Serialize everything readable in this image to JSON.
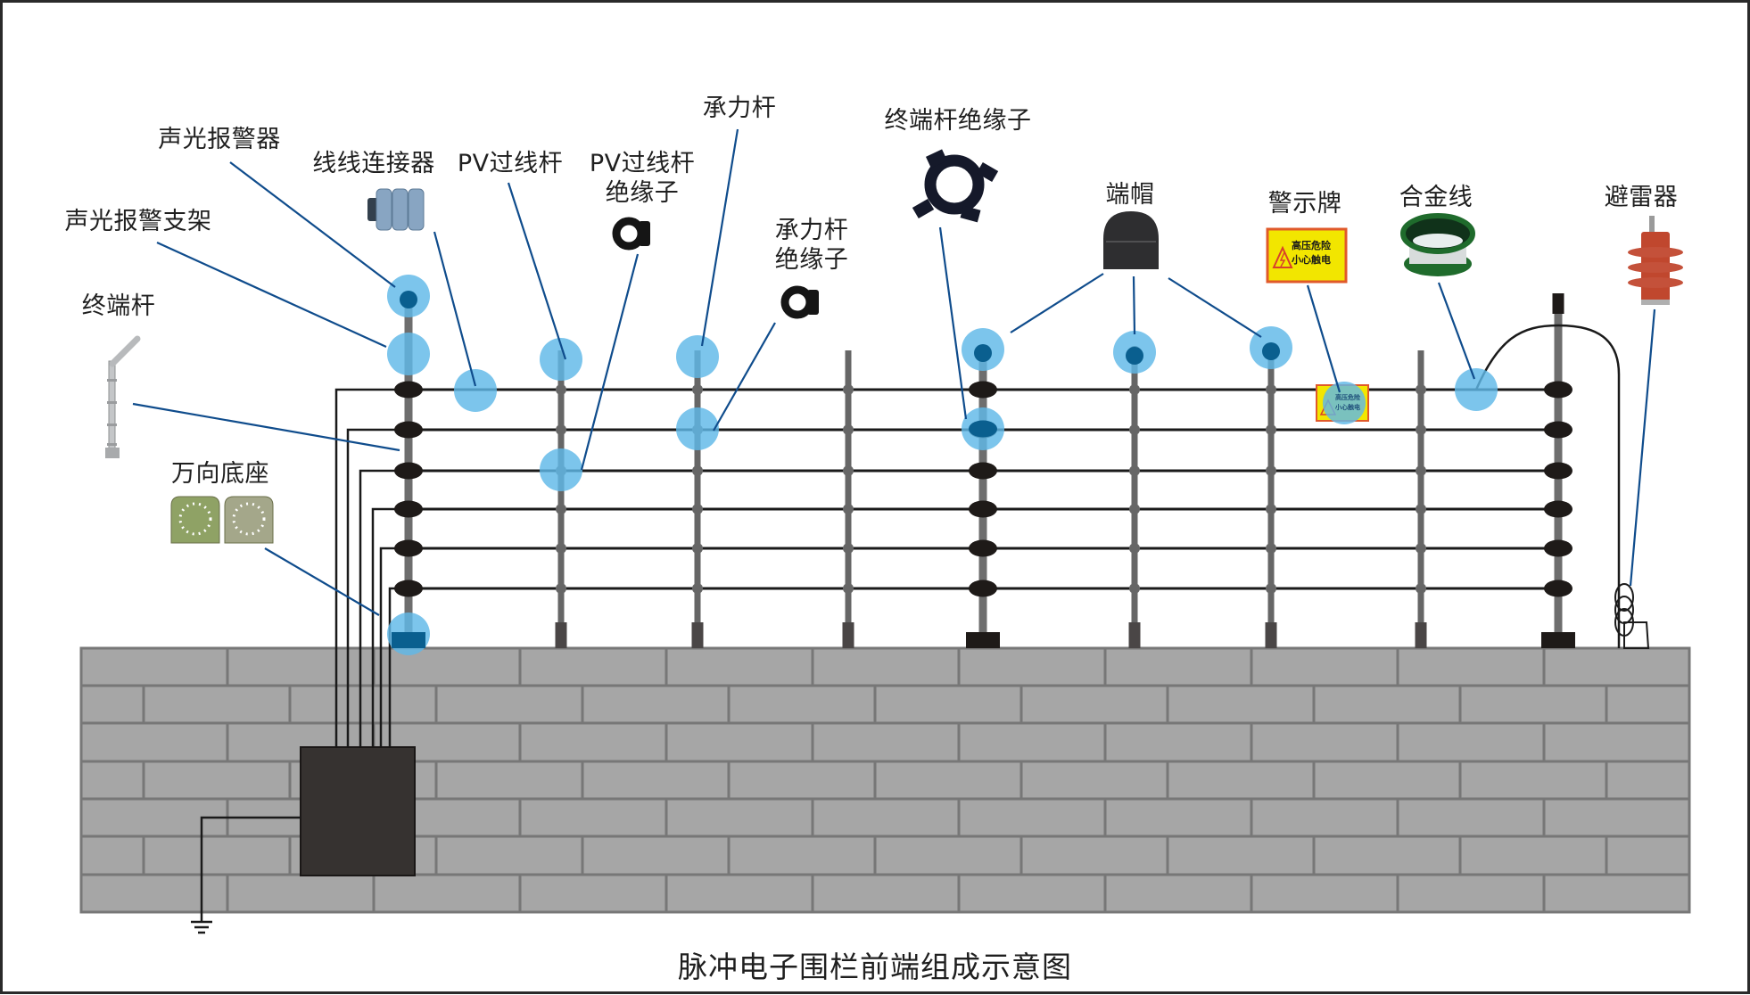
{
  "diagram": {
    "title": "脉冲电子围栏前端组成示意图",
    "wire_rows": 6,
    "components": [
      {
        "id": "alarm",
        "label": "声光报警器",
        "icon": "strobe-siren-icon"
      },
      {
        "id": "alarm_bracket",
        "label": "声光报警支架",
        "icon": "bracket-icon"
      },
      {
        "id": "terminal_pole",
        "label": "终端杆",
        "icon": "terminal-pole-icon"
      },
      {
        "id": "universal_base",
        "label": "万向底座",
        "icon": "mounting-base-icon"
      },
      {
        "id": "wire_connector",
        "label": "线线连接器",
        "icon": "wire-connector-icon"
      },
      {
        "id": "pv_pole",
        "label": "PV过线杆",
        "icon": "pv-pole-icon"
      },
      {
        "id": "pv_insulator",
        "label": "PV过线杆\n绝缘子",
        "lines": [
          "PV过线杆",
          "绝缘子"
        ],
        "icon": "pv-insulator-icon"
      },
      {
        "id": "bearing_pole",
        "label": "承力杆",
        "icon": "bearing-pole-icon"
      },
      {
        "id": "bearing_insulator",
        "label": "承力杆\n绝缘子",
        "lines": [
          "承力杆",
          "绝缘子"
        ],
        "icon": "bearing-insulator-icon"
      },
      {
        "id": "terminal_insulator",
        "label": "终端杆绝缘子",
        "icon": "terminal-insulator-icon"
      },
      {
        "id": "end_cap",
        "label": "端帽",
        "icon": "end-cap-icon"
      },
      {
        "id": "warning_sign",
        "label": "警示牌",
        "icon": "warning-sign-icon"
      },
      {
        "id": "alloy_wire",
        "label": "合金线",
        "icon": "wire-spool-icon"
      },
      {
        "id": "lightning_arrester",
        "label": "避雷器",
        "icon": "lightning-arrester-icon"
      }
    ],
    "warning_sign_text": [
      "高压危险",
      "小心触电"
    ],
    "colors": {
      "highlight": "#5fb8e8",
      "highlight_dot": "#0a5f8f",
      "leader": "#0f4c8c",
      "pole": "#6e6e6e",
      "wire": "#1a1a1a",
      "insulator": "#1e1a18",
      "wall": "#a6a6a6",
      "mortar": "#777777",
      "controller": "#363230",
      "sign_yellow": "#f2e600",
      "sign_border": "#e0592a",
      "arrester": "#c0472e",
      "spool_green": "#1f6b2c"
    }
  }
}
